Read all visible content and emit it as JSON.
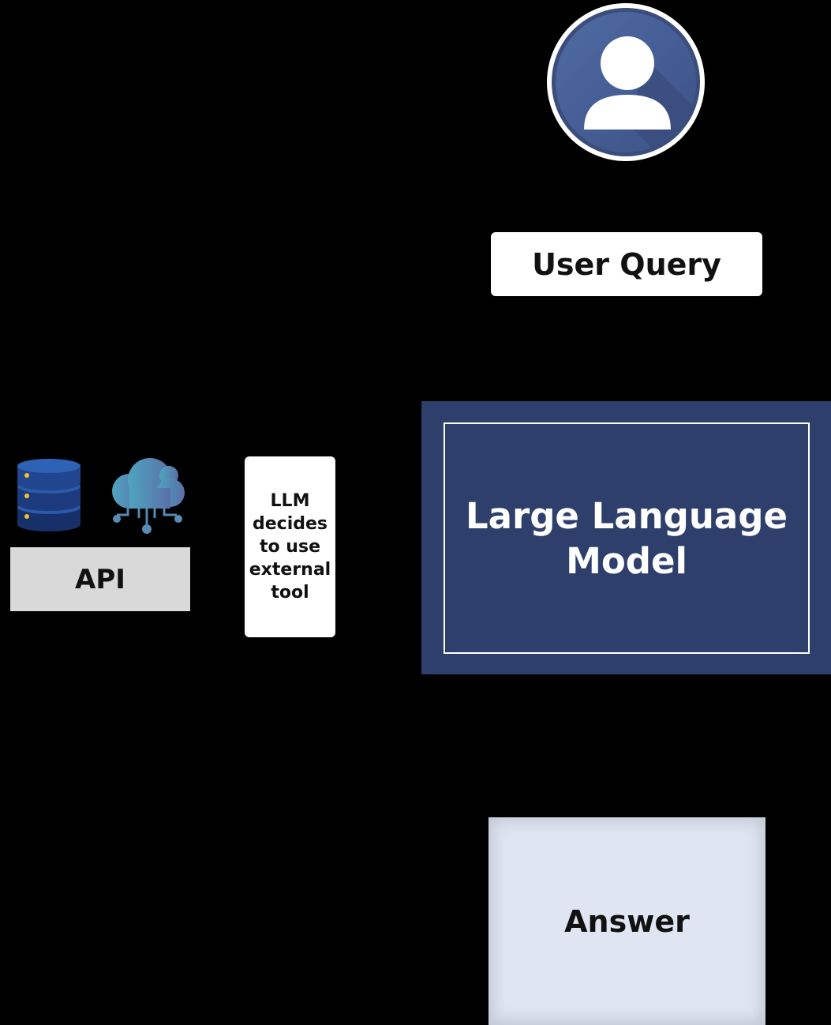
{
  "user": {
    "icon": "user-avatar-icon",
    "query_label": "User Query"
  },
  "llm": {
    "label": "Large Language Model",
    "color": "#2e3f6b"
  },
  "decision": {
    "label": "LLM decides to use external tool"
  },
  "tools": {
    "icons": [
      "database-icon",
      "cloud-network-icon"
    ],
    "api_label": "API"
  },
  "answer": {
    "label": "Answer"
  }
}
